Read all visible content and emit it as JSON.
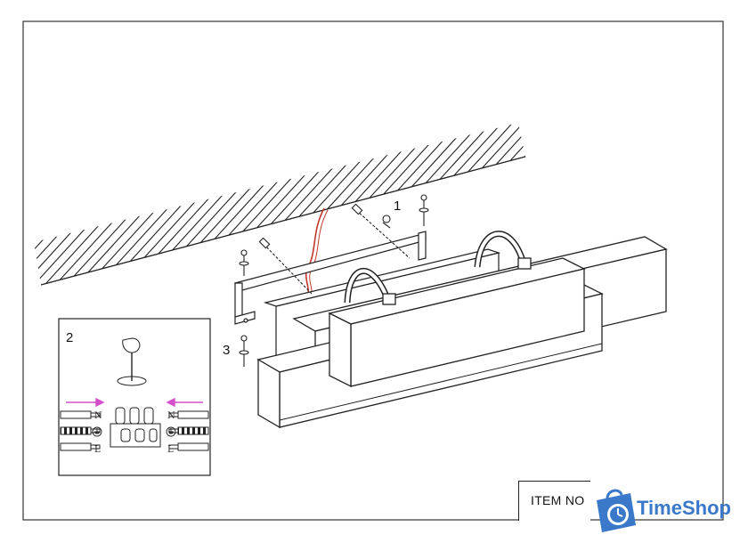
{
  "step_labels": {
    "step1": "1",
    "step2": "2",
    "step3": "3"
  },
  "terminal_labels": {
    "neutral_left": "N",
    "neutral_right": "N",
    "live_left": "L",
    "live_right": "L"
  },
  "item_label": "ITEM NO",
  "brand": {
    "name": "TimeShop",
    "color": "#3a78c9"
  },
  "colors": {
    "wire": "#c0392b",
    "arrow": "#d24fc9",
    "line": "#222222"
  }
}
